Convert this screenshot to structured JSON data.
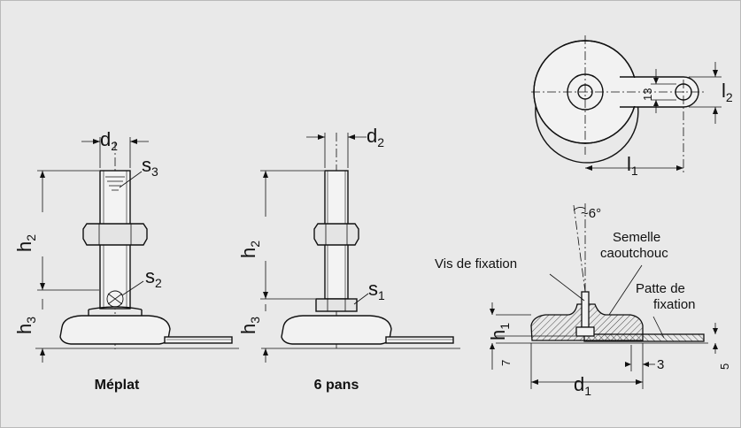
{
  "drawing_1": {
    "caption": "Méplat",
    "d": "d",
    "d_sub": "2",
    "h_top": "h",
    "h_top_sub": "2",
    "h_bot": "h",
    "h_bot_sub": "3",
    "s_top": "s",
    "s_top_sub": "3",
    "s_bot": "s",
    "s_bot_sub": "2"
  },
  "drawing_2": {
    "caption": "6 pans",
    "d": "d",
    "d_sub": "2",
    "h_top": "h",
    "h_top_sub": "2",
    "h_bot": "h",
    "h_bot_sub": "3",
    "s": "s",
    "s_sub": "1"
  },
  "top_view": {
    "l1": "l",
    "l1_sub": "1",
    "l2": "l",
    "l2_sub": "2",
    "hole": "13"
  },
  "section": {
    "angle": "~6°",
    "screw": "Vis de fixation",
    "rubber_line1": "Semelle",
    "rubber_line2": "caoutchouc",
    "tab_line1": "Patte de",
    "tab_line2": "fixation",
    "h": "h",
    "h_sub": "1",
    "d": "d",
    "d_sub": "1",
    "v7": "7",
    "v3": "3",
    "v5": "5"
  }
}
